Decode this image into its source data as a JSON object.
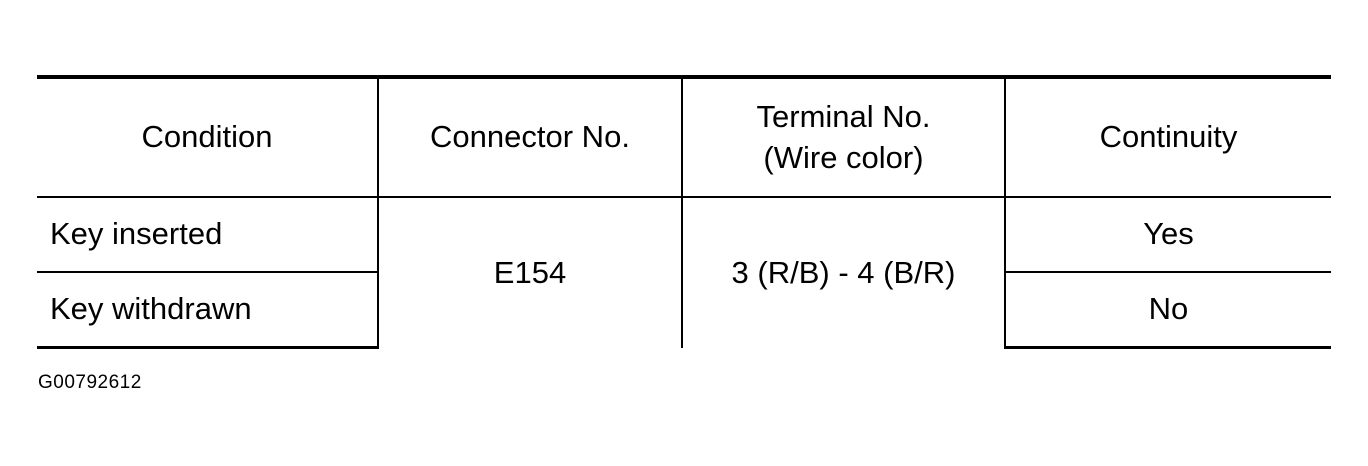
{
  "table": {
    "headers": {
      "condition": "Condition",
      "connector": "Connector No.",
      "terminal_line1": "Terminal No.",
      "terminal_line2": "(Wire color)",
      "continuity": "Continuity"
    },
    "rows": [
      {
        "condition": "Key inserted",
        "continuity": "Yes"
      },
      {
        "condition": "Key withdrawn",
        "continuity": "No"
      }
    ],
    "connector": "E154",
    "terminal": "3 (R/B) - 4 (B/R)"
  },
  "figure_id": "G00792612"
}
